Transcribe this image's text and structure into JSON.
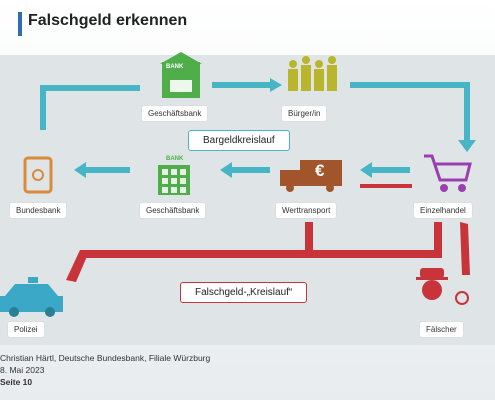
{
  "header": {
    "title": "Falschgeld erkennen"
  },
  "nodes": {
    "geschaeftsbank_top": "Geschäftsbank",
    "buerger": "Bürger/in",
    "bundesbank": "Bundesbank",
    "geschaeftsbank_mid": "Geschäftsbank",
    "werttransport": "Werttransport",
    "einzelhandel": "Einzelhandel",
    "polizei": "Polizei",
    "faelscher": "Fälscher"
  },
  "icons": {
    "bank_sign": "BANK",
    "bank_sign_small": "BANK",
    "euro": "€"
  },
  "cycles": {
    "bargeld": "Bargeldkreislauf",
    "falschgeld": "Falschgeld-„Kreislauf“"
  },
  "footer": {
    "author": "Christian Härtl, Deutsche Bundesbank, Filiale Würzburg",
    "date": "8. Mai 2023",
    "page": "Seite 10"
  },
  "colors": {
    "cycle": "#46b5c6",
    "fake": "#c8343a",
    "icon_green": "#4fae4a",
    "icon_yellow": "#b9b52c",
    "icon_orange": "#d98a3a",
    "icon_blue": "#3aa8c6",
    "icon_purple": "#9b3fb0"
  }
}
